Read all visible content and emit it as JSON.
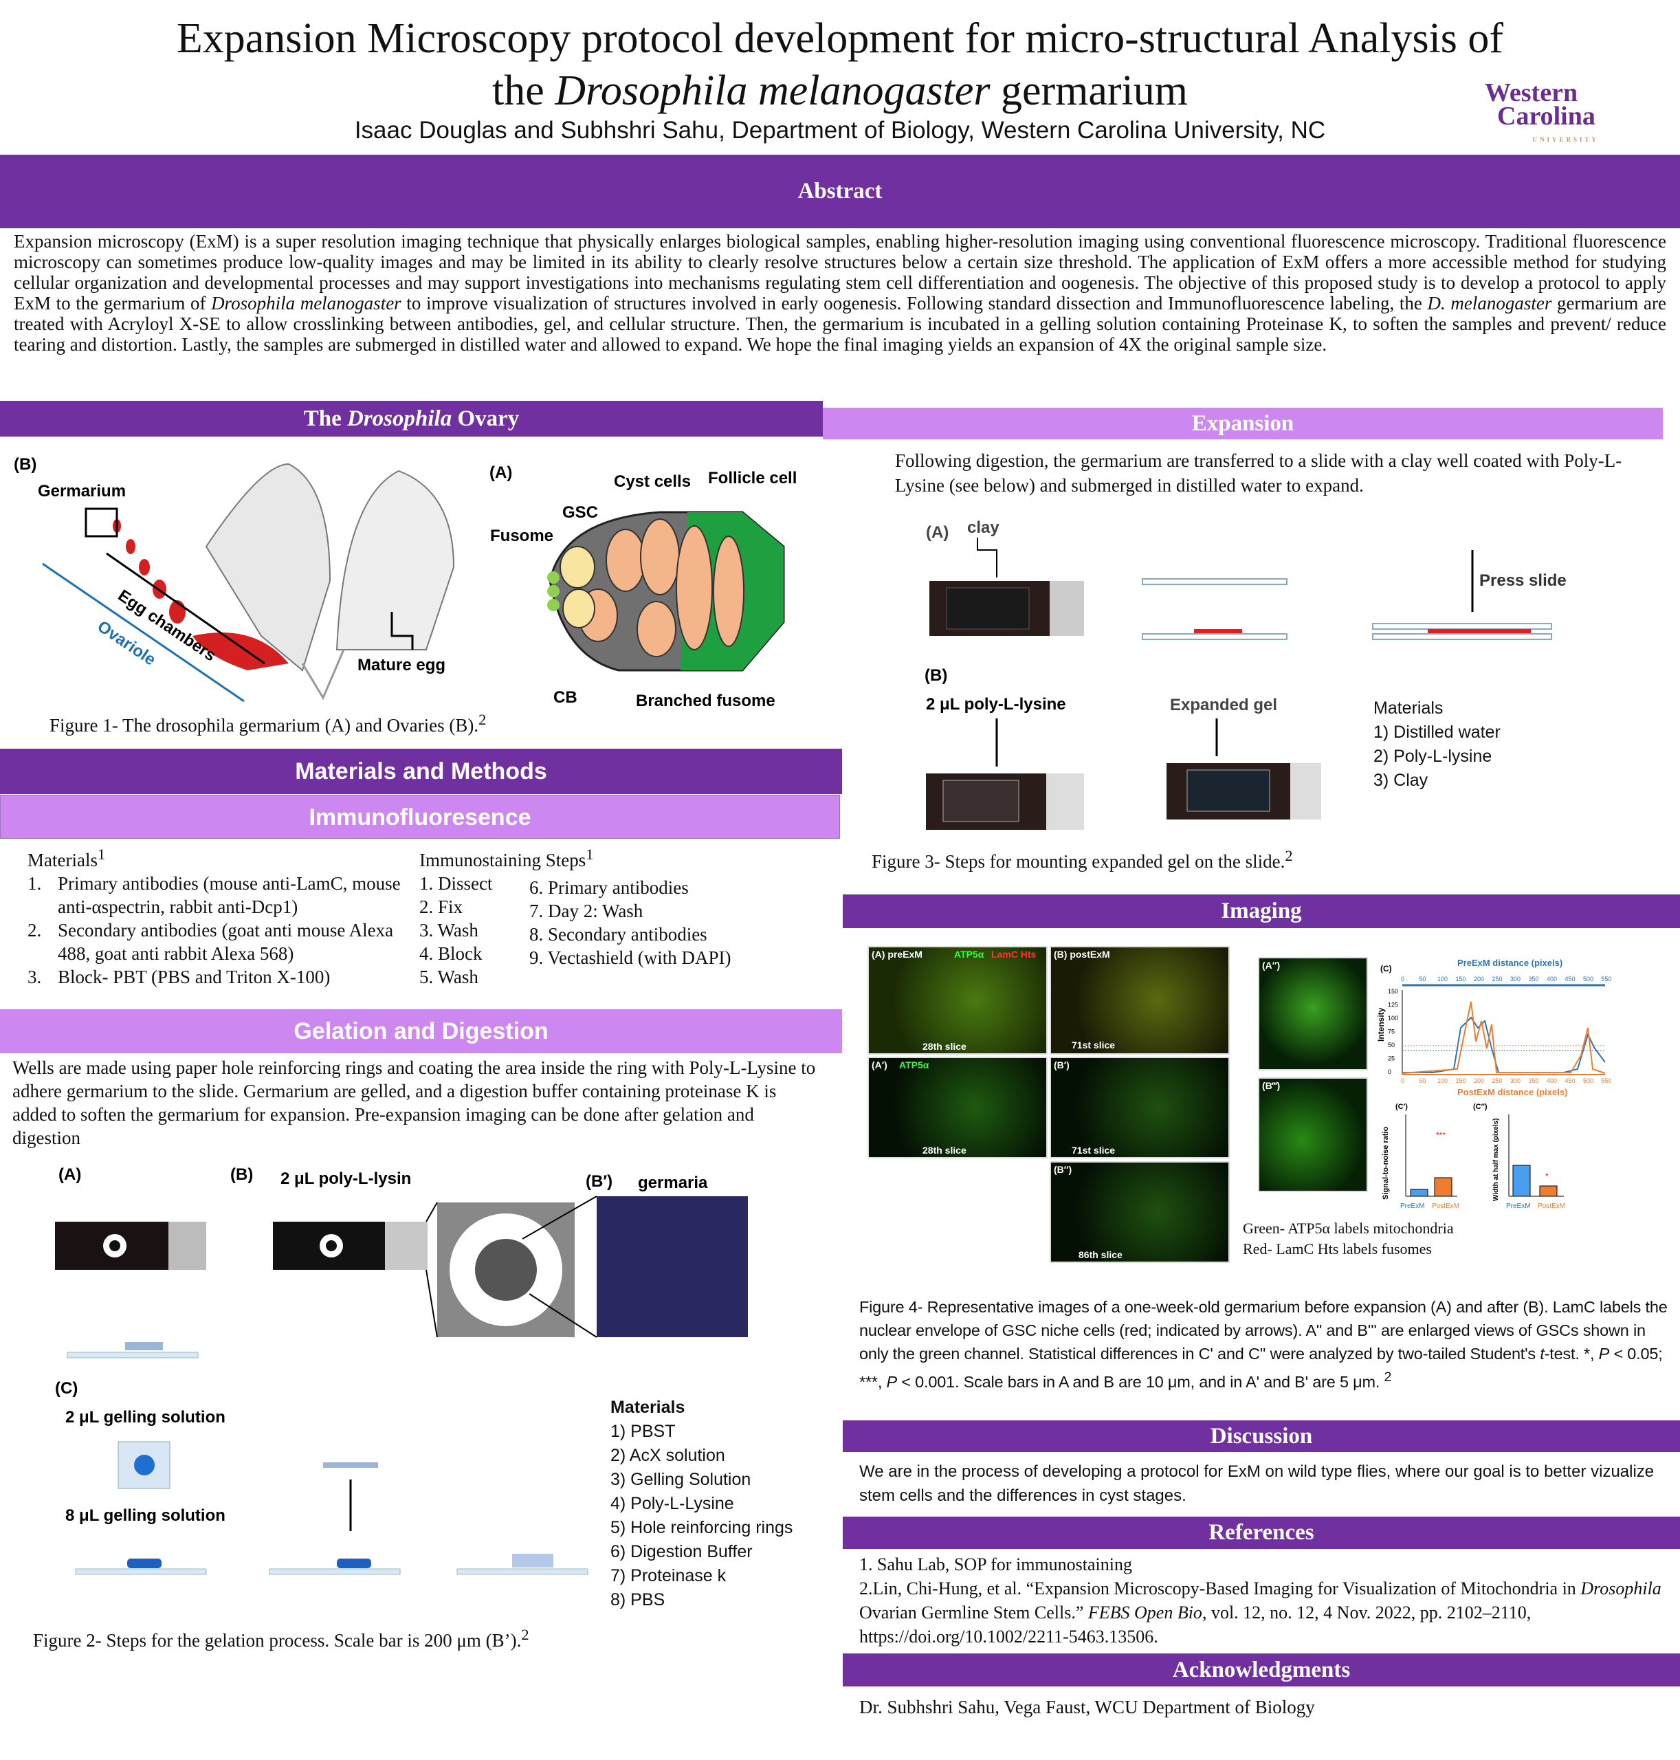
{
  "header": {
    "title_line1": "Expansion Microscopy protocol development for micro-structural Analysis of",
    "title_line2_pre": "the ",
    "title_line2_italic": "Drosophila melanogaster",
    "title_line2_post": " germarium",
    "authors": "Isaac Douglas and Subhshri Sahu, Department of Biology, Western Carolina University, NC",
    "logo_line1": "Western",
    "logo_line2": "Carolina",
    "logo_line3": "UNIVERSITY"
  },
  "abstract": {
    "heading": "Abstract",
    "t1": "Expansion microscopy (ExM) is a super resolution imaging technique that physically enlarges biological samples, enabling higher-resolution imaging using conventional fluorescence microscopy. Traditional fluorescence microscopy can sometimes produce low-quality images and may be limited in its ability to clearly resolve structures below a certain size threshold. The application of ExM offers a more accessible method for studying cellular organization and developmental processes and may support investigations into mechanisms regulating stem cell differentiation and oogenesis. The objective of this proposed study is to develop a protocol to apply ExM to the germarium of ",
    "i1": "Drosophila melanogaster",
    "t2": " to improve visualization of structures involved in early oogenesis. Following standard dissection and Immunofluorescence labeling, the ",
    "i2": "D. melanogaster",
    "t3": " germarium are treated with Acryloyl X-SE to allow crosslinking between antibodies, gel, and cellular structure. Then, the germarium is incubated in a gelling solution containing Proteinase K, to soften the samples and prevent/ reduce tearing and distortion. Lastly, the samples are submerged in distilled water and allowed to expand. We hope the final imaging yields an expansion of 4X the original sample size."
  },
  "ovary": {
    "heading_pre": "The ",
    "heading_italic": "Drosophila",
    "heading_post": " Ovary",
    "labels": {
      "b": "(B)",
      "a": "(A)",
      "germarium": "Germarium",
      "egg_chambers": "Egg chambers",
      "ovariole": "Ovariole",
      "mature_egg": "Mature egg",
      "cyst_cells": "Cyst cells",
      "follicle_cell": "Follicle cell",
      "gsc": "GSC",
      "fusome": "Fusome",
      "cb": "CB",
      "branched_fusome": "Branched fusome"
    },
    "caption": "Figure 1- The drosophila germarium (A) and Ovaries (B).",
    "caption_sup": "2"
  },
  "methods": {
    "heading": "Materials and Methods",
    "immuno_heading": "Immunofluoresence",
    "materials_title": "Materials",
    "materials_sup": "1",
    "materials": [
      {
        "n": "1.",
        "t": "Primary antibodies (mouse anti-LamC, mouse anti-αspectrin, rabbit anti-Dcp1)"
      },
      {
        "n": "2.",
        "t": "Secondary antibodies (goat anti mouse Alexa 488, goat anti rabbit Alexa 568)"
      },
      {
        "n": "3.",
        "t": "Block- PBT (PBS and Triton X-100)"
      }
    ],
    "steps_title": "Immunostaining Steps",
    "steps_sup": "1",
    "steps_left": [
      "1. Dissect",
      "2. Fix",
      "3. Wash",
      "4. Block",
      "5. Wash"
    ],
    "steps_right": [
      "6. Primary antibodies",
      "7. Day 2: Wash",
      "8. Secondary antibodies",
      "9. Vectashield (with DAPI)"
    ]
  },
  "gelation": {
    "heading": "Gelation and Digestion",
    "text": "Wells are made using paper hole reinforcing rings and coating the area inside the ring with Poly-L-Lysine to adhere germarium to the slide. Germarium are gelled, and a digestion buffer containing proteinase K  is added to soften the germarium for expansion. Pre-expansion imaging  can be done after gelation and digestion",
    "labels": {
      "a": "(A)",
      "b": "(B)",
      "b_prime": "(B′)",
      "poly": "2 μL poly-L-lysin",
      "germaria": "germaria",
      "c": "(C)",
      "gel2": "2 μL gelling solution",
      "gel8": "8 μL gelling solution"
    },
    "materials_title": "Materials",
    "materials": [
      "1)  PBST",
      "2)  AcX solution",
      "3)  Gelling Solution",
      "4)  Poly-L-Lysine",
      "5)  Hole reinforcing rings",
      "6)  Digestion Buffer",
      "7)  Proteinase k",
      "8)  PBS"
    ],
    "caption": "Figure 2- Steps for the gelation process. Scale bar is 200 μm (B’).",
    "caption_sup": "2"
  },
  "expansion": {
    "heading": "Expansion",
    "text": "Following digestion, the germarium are transferred to a slide with a clay well coated with Poly-L-Lysine (see below) and submerged in distilled water to expand.",
    "labels": {
      "a": "(A)",
      "clay": "clay",
      "press": "Press slide",
      "b": "(B)",
      "poly": "2 μL poly-L-lysine",
      "expanded": "Expanded gel"
    },
    "materials_title": "Materials",
    "materials": [
      "1)   Distilled water",
      "2)   Poly-L-lysine",
      "3)   Clay"
    ],
    "caption": "Figure 3- Steps for mounting expanded gel on the slide.",
    "caption_sup": "2"
  },
  "imaging": {
    "heading": "Imaging",
    "panels": {
      "a": "(A)  preExM",
      "a_stain_g": "ATP5α",
      "a_stain_r": "LamC Hts",
      "a_slice": "28th slice",
      "b": "(B)     postExM",
      "b_slice": "71st slice",
      "a1": "(A′)",
      "a1_stain": "ATP5α",
      "a1_slice": "28th slice",
      "b1": "(B′)",
      "b1_slice": "71st slice",
      "b2": "(B″)",
      "b2_slice": "86th slice",
      "a2": "(A″)",
      "b3": "(B‴)"
    },
    "chart": {
      "c": "(C)",
      "top_axis": "PreExM distance (pixels)",
      "bottom_axis": "PostExM distance (pixels)",
      "ylabel": "Intensity",
      "ticks_x": [
        "0",
        "50",
        "100",
        "150",
        "200",
        "250",
        "300",
        "350",
        "400",
        "450",
        "500",
        "550"
      ],
      "ticks_y": [
        "150",
        "125",
        "100",
        "75",
        "50",
        "25",
        "0"
      ],
      "c1": "(C′)",
      "c1_ylabel": "Signal-to-noise ratio",
      "c1_ticks": [
        "150",
        "100",
        "50",
        "0"
      ],
      "c1_sig": "***",
      "c2": "(C″)",
      "c2_ylabel": "Width at half max (pixels)",
      "c2_ticks": [
        "100",
        "80",
        "60",
        "40",
        "20",
        "0"
      ],
      "c2_sig": "*",
      "pre": "PreExM",
      "post": "PostExM",
      "snr_values": {
        "PreExM": 12,
        "PostExM": 33
      },
      "fwhm_values": {
        "PreExM": 37,
        "PostExM": 12
      }
    },
    "legend_green": "Green- ATP5α labels mitochondria",
    "legend_red": "Red- LamC Hts labels fusomes",
    "caption_a": "Figure 4- Representative images of a one-week-old germarium before expansion (A) and after (B). LamC labels the nuclear envelope of GSC niche cells (red; indicated by arrows). A\" and B''' are enlarged views of GSCs shown in only the green channel. Statistical differences in C' and C'' were analyzed by two-tailed Student's ",
    "caption_t": "t",
    "caption_b": "-test. *, ",
    "caption_p1": "P",
    "caption_c": " < 0.05; ***, ",
    "caption_p2": "P",
    "caption_d": " < 0.001. Scale bars in A and B are 10 μm, and in A' and B' are 5 μm. ",
    "caption_sup": "2"
  },
  "discussion": {
    "heading": "Discussion",
    "text": "We are in the process of developing a protocol for ExM on wild type flies, where our goal is to better vizualize stem cells and the differences in cyst stages."
  },
  "references": {
    "heading": "References",
    "r1": "1. Sahu Lab, SOP for immunostaining",
    "r2a": "2.Lin, Chi-Hung, et al. “Expansion Microscopy-Based Imaging for Visualization of Mitochondria in ",
    "r2i": "Drosophila",
    "r2b": " Ovarian Germline Stem Cells.” ",
    "r2j": "FEBS Open Bio",
    "r2c": ", vol. 12, no. 12, 4 Nov. 2022, pp. 2102–2110, ",
    "r2link": "https://doi.org/10.1002/2211-5463.13506",
    "r2d": "."
  },
  "acknowledgments": {
    "heading": "Acknowledgments",
    "text": "Dr. Subhshri Sahu, Vega Faust, WCU Department of Biology"
  },
  "colors": {
    "purple": "#7030a0",
    "light_purple": "#cc88f0",
    "blue": "#2e75b6",
    "orange": "#ed7d31"
  }
}
